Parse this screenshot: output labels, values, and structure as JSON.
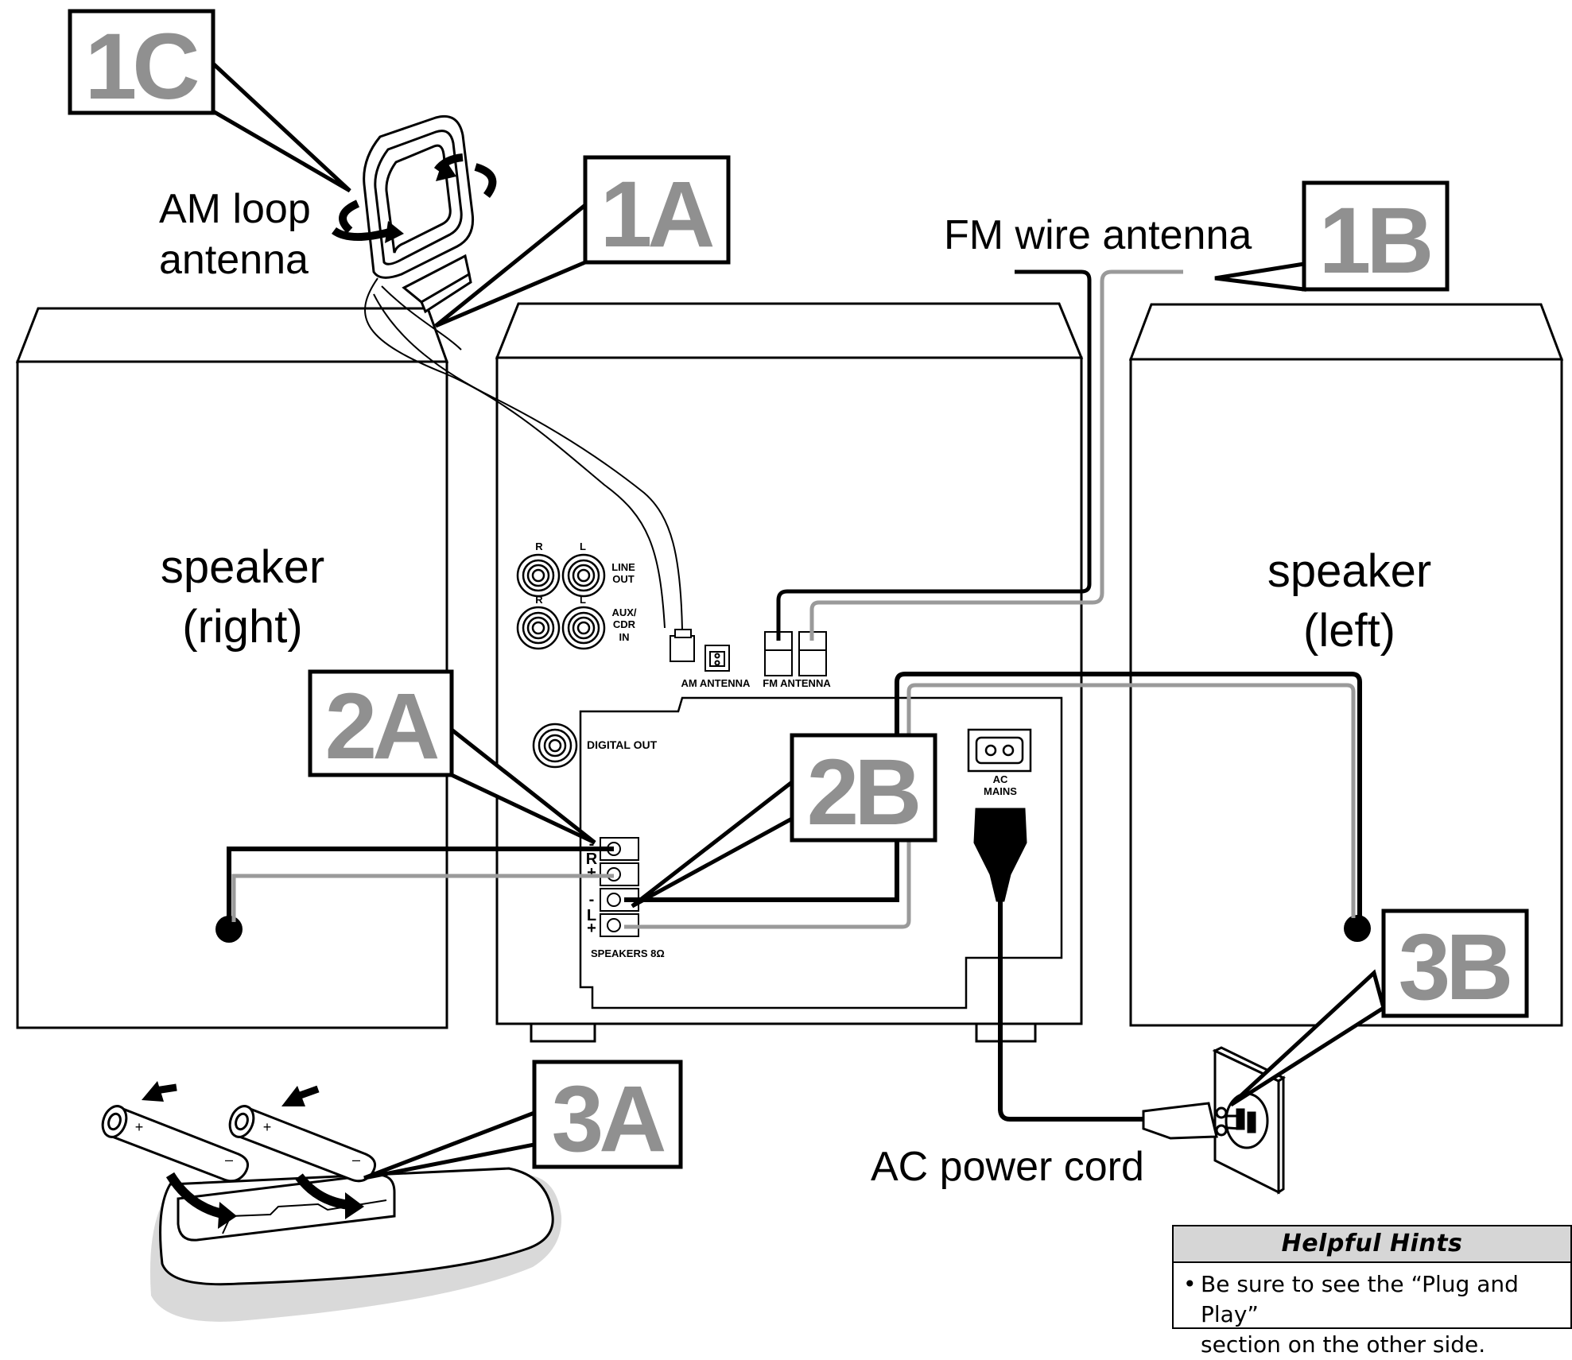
{
  "callouts": {
    "c1a": "1A",
    "c1b": "1B",
    "c1c": "1C",
    "c2a": "2A",
    "c2b": "2B",
    "c3a": "3A",
    "c3b": "3B"
  },
  "labels": {
    "am_loop_line1": "AM loop",
    "am_loop_line2": "antenna",
    "fm_wire": "FM wire antenna",
    "speaker_right_line1": "speaker",
    "speaker_right_line2": "(right)",
    "speaker_left_line1": "speaker",
    "speaker_left_line2": "(left)",
    "ac_power_cord": "AC power cord"
  },
  "panel": {
    "r1": "R",
    "l1": "L",
    "line_out_1": "LINE",
    "line_out_2": "OUT",
    "r2": "R",
    "l2": "L",
    "aux_1": "AUX/",
    "aux_2": "CDR",
    "aux_3": "IN",
    "am_antenna": "AM ANTENNA",
    "fm_antenna": "FM ANTENNA",
    "digital_out": "DIGITAL OUT",
    "ac_1": "AC",
    "ac_2": "MAINS",
    "minus_r": "-",
    "r_letter": "R",
    "plus_r": "+",
    "minus_l": "-",
    "l_letter": "L",
    "plus_l": "+",
    "speakers": "SPEAKERS  8Ω"
  },
  "battery": {
    "plus": "+",
    "minus": "–"
  },
  "helpful_hints": {
    "title": "Helpful Hints",
    "bullet": "•",
    "line1": "Be sure to see the “Plug and Play”",
    "line2": "section on the other side."
  }
}
